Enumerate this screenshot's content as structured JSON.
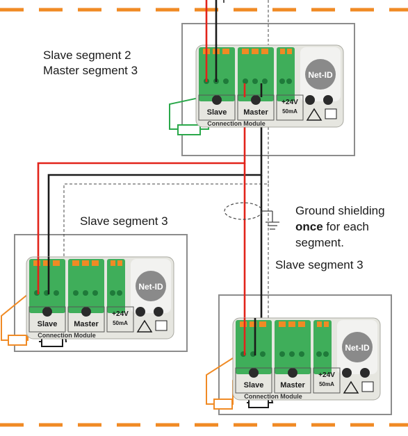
{
  "labels": {
    "top_module_line1": "Slave segment 2",
    "top_module_line2": "Master segment 3",
    "left_module": "Slave segment 3",
    "right_module": "Slave segment 3",
    "ground_line1": "Ground shielding",
    "ground_bold": "once",
    "ground_line2_rest": " for each",
    "ground_line3": "segment."
  },
  "module": {
    "netid": "Net-ID",
    "slave": "Slave",
    "master": "Master",
    "voltage": "+24V",
    "current": "50mA",
    "footer": "Connection Module"
  },
  "colors": {
    "segment_border": "#f08a24",
    "wire_red": "#e2231a",
    "wire_black": "#1a1a1a",
    "terminator_green": "#2aa84a",
    "terminator_orange": "#f08a24",
    "terminal_green": "#3fae5a",
    "module_body": "#e6e6e0",
    "frame_gray": "#8c8c8c"
  },
  "icons": [
    "warning-triangle-icon",
    "logo-icon",
    "ground-symbol-icon",
    "resistor-icon"
  ]
}
